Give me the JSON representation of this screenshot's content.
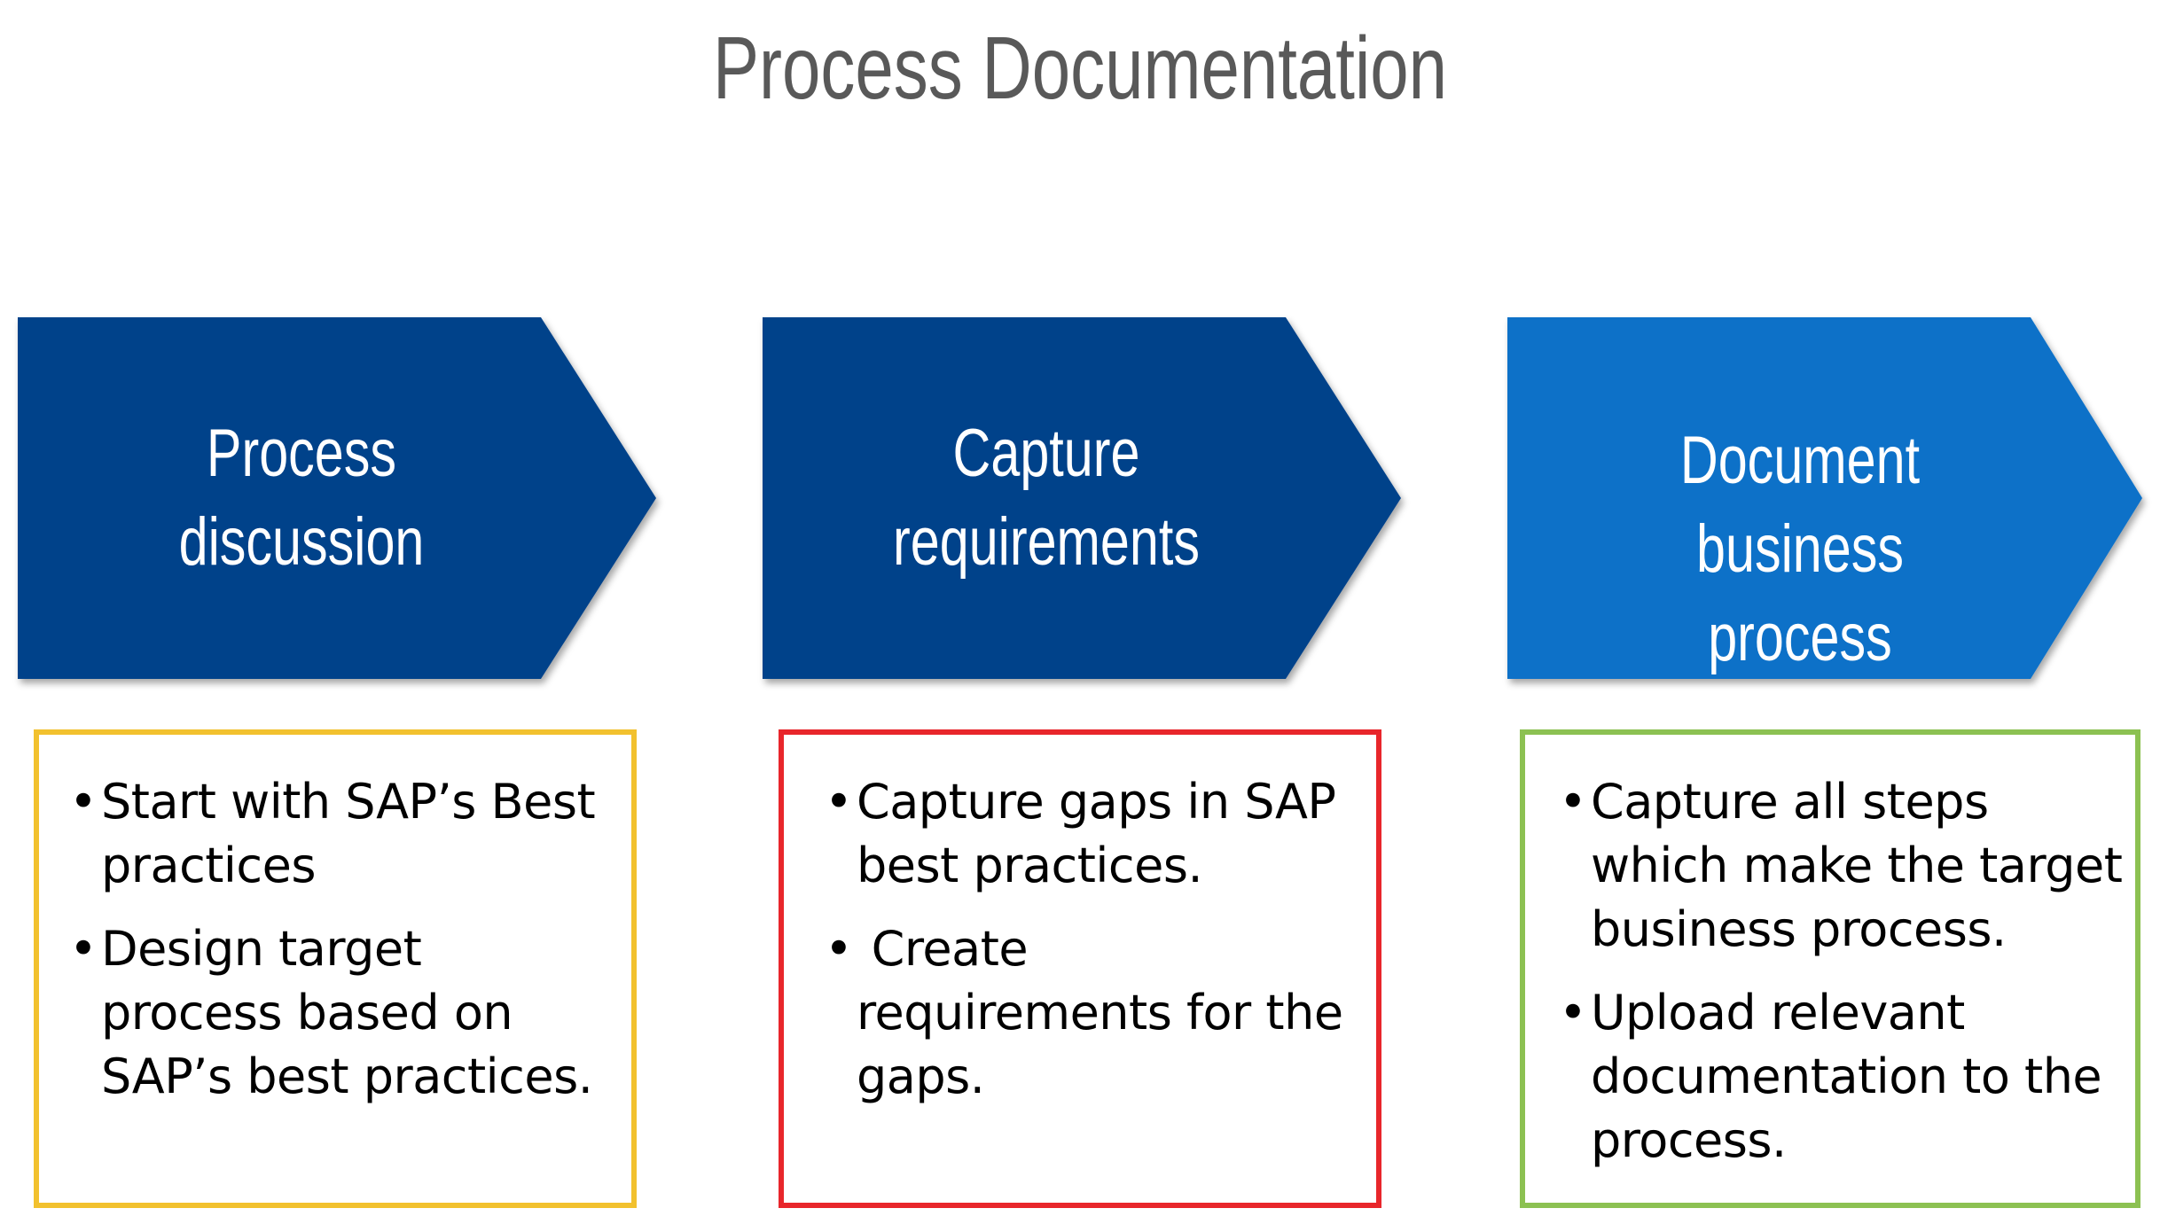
{
  "title": "Process Documentation",
  "steps": [
    {
      "label": "Process discussion",
      "fill": "#02428A",
      "border_color": "#F2C12E",
      "bullets": [
        "Start with SAP’s Best practices",
        "Design target process based on SAP’s best practices."
      ]
    },
    {
      "label": "Capture requirements",
      "fill": "#02428A",
      "border_color": "#E8262B",
      "bullets": [
        "Capture gaps in SAP best practices.",
        " Create requirements for the gaps."
      ]
    },
    {
      "label": "Document business process",
      "fill": "#0B71C8",
      "border_color": "#8CC152",
      "bullets": [
        "Capture all steps which make the target business process.",
        "Upload relevant documentation to the process."
      ]
    }
  ]
}
